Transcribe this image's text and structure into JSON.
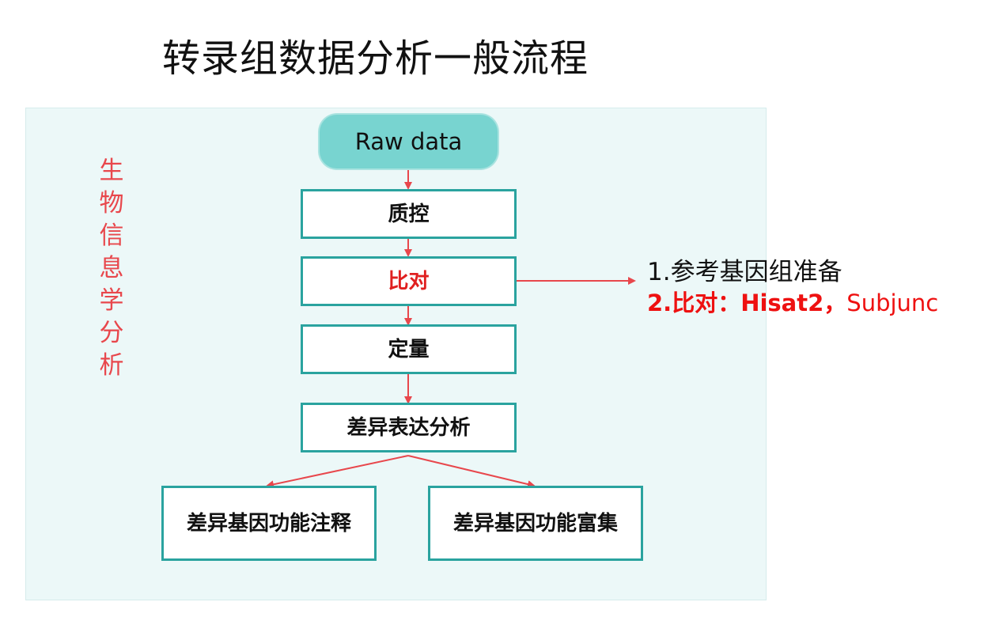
{
  "title": "转录组数据分析一般流程",
  "side_label": "生物信息学分析",
  "nodes": {
    "raw_data": "Raw data",
    "qc": "质控",
    "alignment": "比对",
    "quantification": "定量",
    "diff_expression": "差异表达分析",
    "annotation": "差异基因功能注释",
    "enrichment": "差异基因功能富集"
  },
  "notes": {
    "line1": "1.参考基因组准备",
    "line2_bold": "2.比对：Hisat2，",
    "line2_rest": "Subjunc"
  },
  "colors": {
    "arrow": "#e8474c",
    "box_border": "#2aa39f",
    "start_fill": "#78d4d0",
    "panel": "#ecf8f8",
    "highlight": "#e02020"
  }
}
